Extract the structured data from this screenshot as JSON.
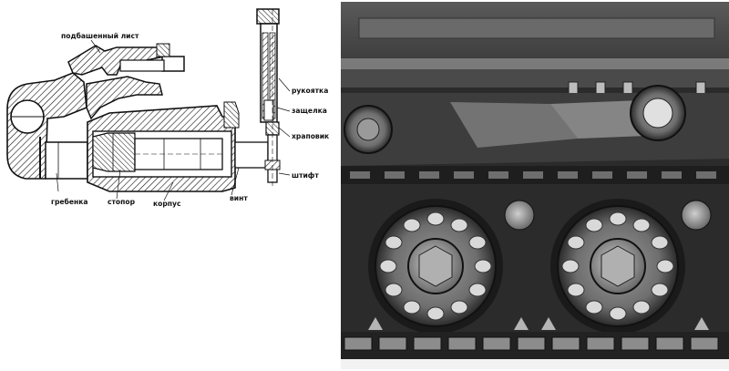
{
  "labels": {
    "podbash": "подбашенный лист",
    "rukoyatka": "рукоятка",
    "zashchelka": "защелка",
    "hrapovik": "храповик",
    "shtift": "штифт",
    "grebenka": "гребенка",
    "stopor": "стопор",
    "korpus": "корпус",
    "vint": "винт"
  },
  "colors": {
    "ink": "#111111",
    "paper": "#ffffff"
  }
}
